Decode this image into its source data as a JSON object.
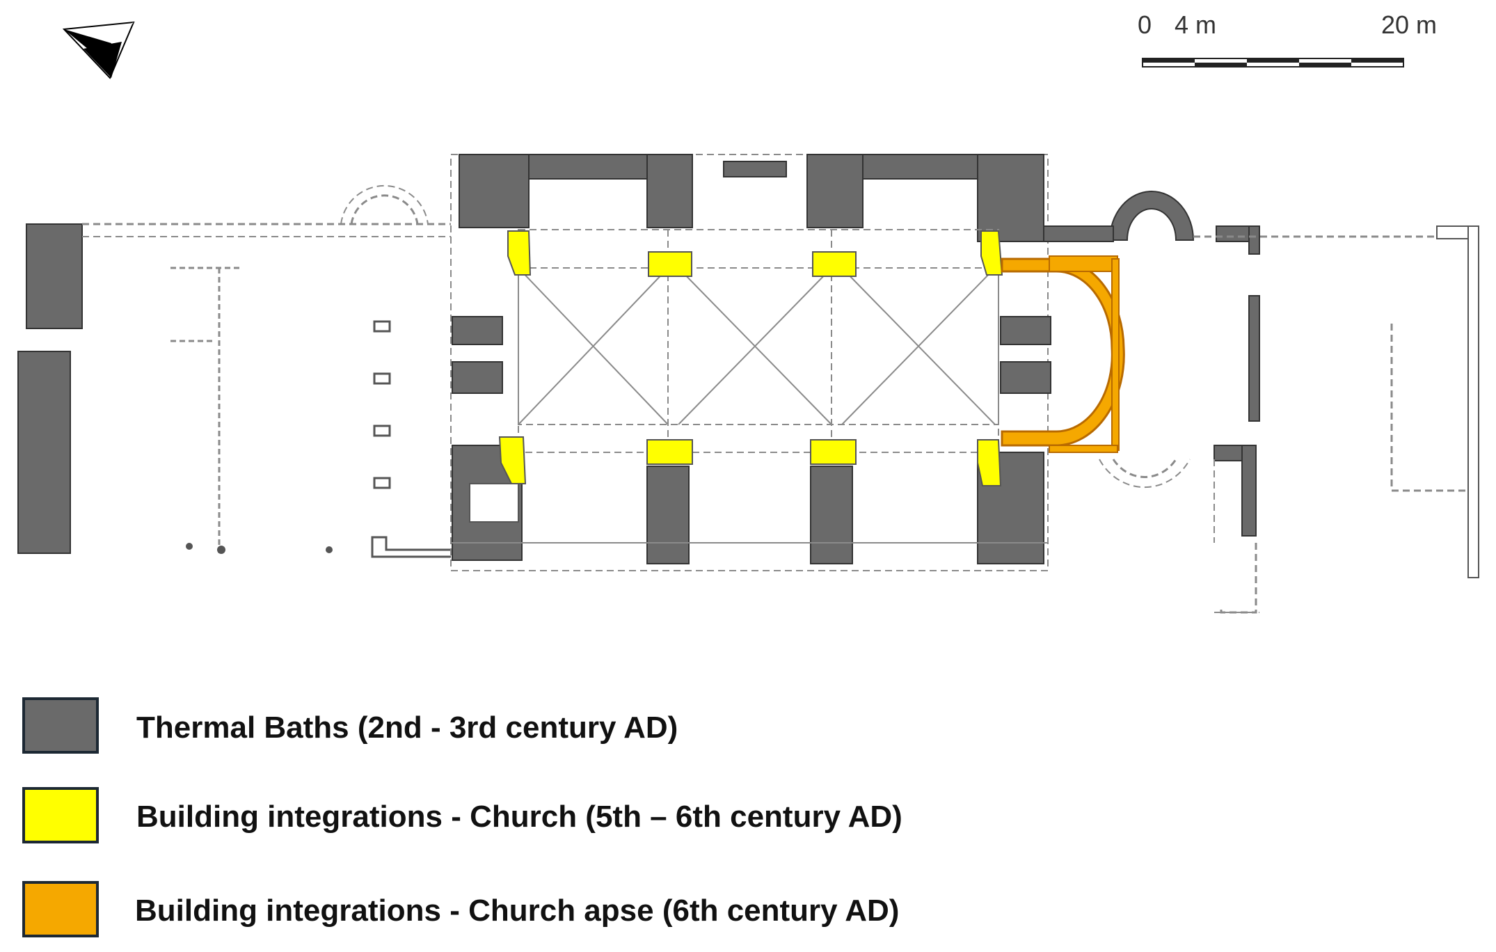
{
  "colors": {
    "thermal": "#6a6a6a",
    "church": "#ffff00",
    "apse": "#f5a800",
    "apse_stroke": "#b86a00",
    "line": "#8a8a8a",
    "legend_border": "#1c2833"
  },
  "north_arrow": {
    "icon": "north-arrow-icon"
  },
  "scale_bar": {
    "labels": [
      "0",
      "4 m",
      "20 m"
    ]
  },
  "legend": [
    {
      "key": "thermal",
      "label": "Thermal Baths (2nd - 3rd century AD)"
    },
    {
      "key": "church",
      "label": "Building integrations - Church  (5th – 6th century AD)"
    },
    {
      "key": "apse",
      "label": "Building  integrations - Church  apse (6th century AD)"
    }
  ]
}
